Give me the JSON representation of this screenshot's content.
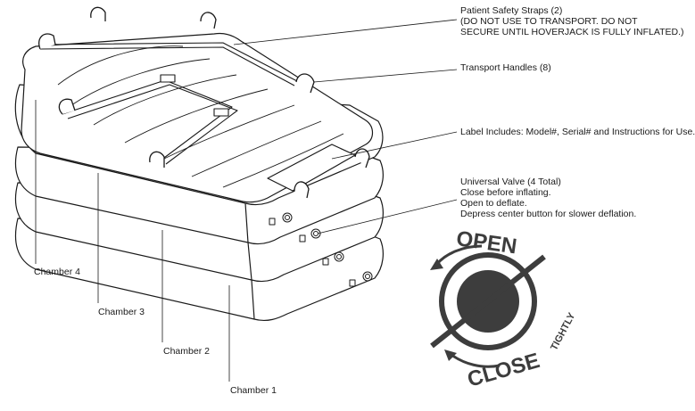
{
  "callouts": {
    "straps": {
      "title": "Patient Safety Straps (2)",
      "line2": "(DO NOT USE TO TRANSPORT. DO NOT",
      "line3": "SECURE UNTIL HOVERJACK IS FULLY INFLATED.)"
    },
    "handles": {
      "title": "Transport Handles (8)"
    },
    "label": {
      "title": "Label Includes: Model#, Serial# and Instructions for Use."
    },
    "valve": {
      "title": "Universal Valve (4 Total)",
      "line2": "Close before inflating.",
      "line3": "Open to deflate.",
      "line4": "Depress center button for slower deflation."
    }
  },
  "chambers": [
    "Chamber 4",
    "Chamber 3",
    "Chamber 2",
    "Chamber 1"
  ],
  "valve_diagram": {
    "open_label": "OPEN",
    "close_label": "CLOSE",
    "tightly_label": "TIGHTLY"
  },
  "colors": {
    "line": "#1a1a1a",
    "valve_dark": "#3d3d3d"
  }
}
